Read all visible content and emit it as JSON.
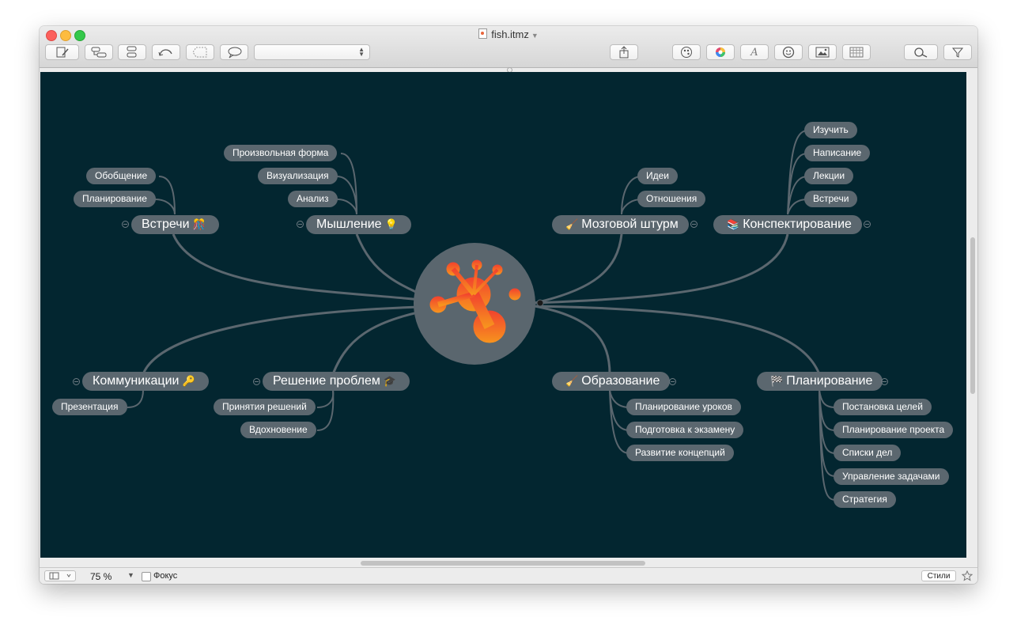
{
  "window": {
    "title": "fish.itmz"
  },
  "toolbar": {
    "style_select": ""
  },
  "mindmap": {
    "topics": [
      {
        "label": "Встречи",
        "emoji": "🎊"
      },
      {
        "label": "Мышление",
        "emoji": "💡"
      },
      {
        "label": "Мозговой штурм",
        "emoji": "🧹"
      },
      {
        "label": "Конспектирование",
        "emoji": "📚"
      },
      {
        "label": "Коммуникации",
        "emoji": "🔑"
      },
      {
        "label": "Решение проблем",
        "emoji": "🎓"
      },
      {
        "label": "Образование",
        "emoji": "🧹"
      },
      {
        "label": "Планирование",
        "emoji": "🏁"
      }
    ],
    "subtopics": [
      {
        "label": "Обобщение"
      },
      {
        "label": "Планирование"
      },
      {
        "label": "Произвольная форма"
      },
      {
        "label": "Визуализация"
      },
      {
        "label": "Анализ"
      },
      {
        "label": "Идеи"
      },
      {
        "label": "Отношения"
      },
      {
        "label": "Изучить"
      },
      {
        "label": "Написание"
      },
      {
        "label": "Лекции"
      },
      {
        "label": "Встречи"
      },
      {
        "label": "Презентация"
      },
      {
        "label": "Принятия решений"
      },
      {
        "label": "Вдохновение"
      },
      {
        "label": "Планирование уроков"
      },
      {
        "label": "Подготовка к экзамену"
      },
      {
        "label": "Развитие концепций"
      },
      {
        "label": "Постановка целей"
      },
      {
        "label": "Планирование проекта"
      },
      {
        "label": "Списки дел"
      },
      {
        "label": "Управление задачами"
      },
      {
        "label": "Стратегия"
      }
    ]
  },
  "statusbar": {
    "zoom": "75 %",
    "focus_label": "Фокус",
    "styles_button": "Стили"
  },
  "colors": {
    "canvas": "#032630",
    "topic": "#5b676f",
    "central_logo": "#f2552a"
  }
}
